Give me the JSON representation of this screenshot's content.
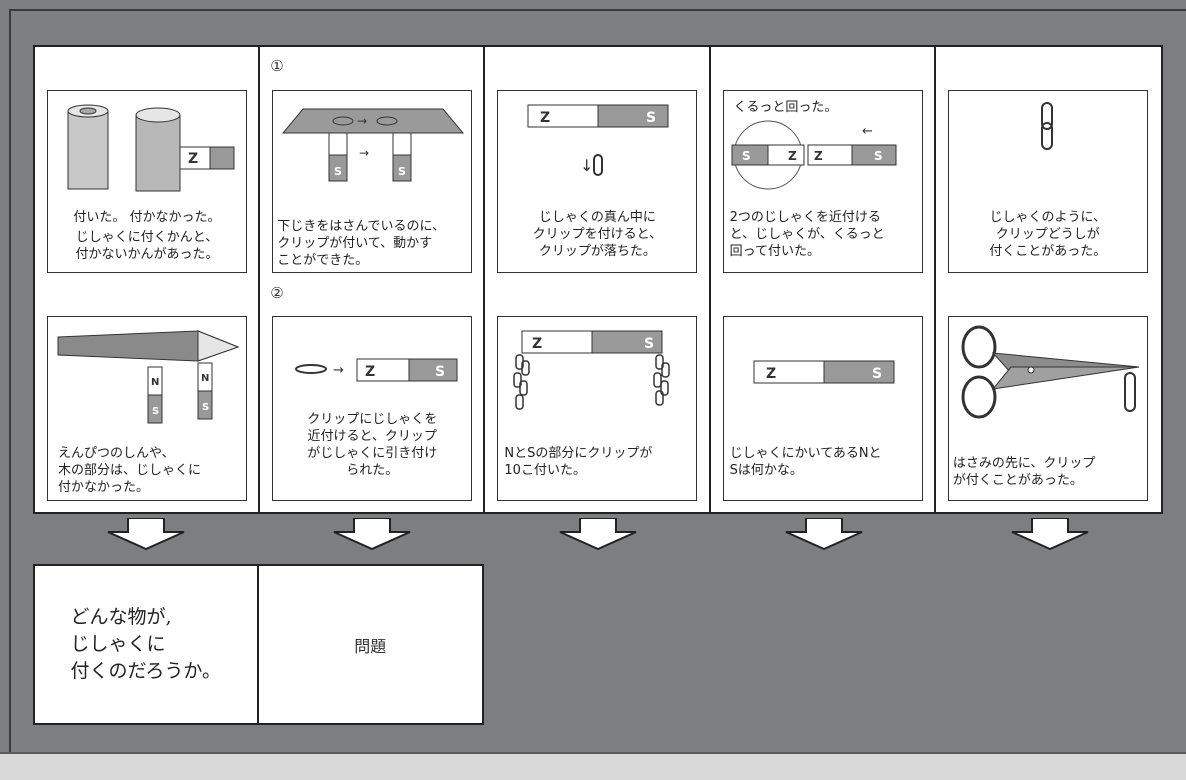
{
  "columns": [
    {
      "marker_top": "",
      "marker_bottom": "",
      "top_panel": {
        "illustration": "cans-magnet-illustration",
        "label_row": "付いた。 付かなかった。",
        "caption": [
          "じしゃくに付くかんと、",
          "付かないかんがあった。"
        ]
      },
      "bottom_panel": {
        "illustration": "pencil-magnets-illustration",
        "caption": [
          "えんぴつのしんや、",
          "木の部分は、じしゃくに",
          "付かなかった。"
        ]
      }
    },
    {
      "marker_top": "①",
      "marker_bottom": "②",
      "top_panel": {
        "illustration": "clip-board-magnets-illustration",
        "caption": [
          "下じきをはさんでいるのに、",
          "クリップが付いて、動かす",
          "ことができた。"
        ]
      },
      "bottom_panel": {
        "illustration": "clip-to-magnet-illustration",
        "caption": [
          "クリップにじしゃくを",
          "近付けると、クリップ",
          "がじしゃくに引き付け",
          "られた。"
        ]
      }
    },
    {
      "marker_top": "",
      "marker_bottom": "",
      "top_panel": {
        "illustration": "clip-falls-illustration",
        "caption": [
          "じしゃくの真ん中に",
          "クリップを付けると、",
          "クリップが落ちた。"
        ]
      },
      "bottom_panel": {
        "illustration": "clips-on-poles-illustration",
        "caption": [
          "NとSの部分にクリップが",
          "10こ付いた。"
        ]
      }
    },
    {
      "marker_top": "",
      "marker_bottom": "",
      "top_panel": {
        "illustration": "rotating-magnets-illustration",
        "label_row": "くるっと回った。",
        "caption": [
          "2つのじしゃくを近付ける",
          "と、じしゃくが、くるっと",
          "回って付いた。"
        ]
      },
      "bottom_panel": {
        "illustration": "bar-magnet-illustration",
        "caption": [
          "じしゃくにかいてあるNと",
          "Sは何かな。"
        ]
      }
    },
    {
      "marker_top": "",
      "marker_bottom": "",
      "top_panel": {
        "illustration": "linked-clips-illustration",
        "caption": [
          "じしゃくのように、",
          "クリップどうしが",
          "付くことがあった。"
        ]
      },
      "bottom_panel": {
        "illustration": "scissors-clip-illustration",
        "caption": [
          "はさみの先に、クリップ",
          "が付くことがあった。"
        ]
      }
    }
  ],
  "result": {
    "question": "どんな物が,\nじしゃくに\n付くのだろうか。",
    "label": "問題"
  },
  "magnet_labels": {
    "n": "N",
    "s": "S",
    "z": "Z"
  },
  "colors": {
    "background": "#7d7e80",
    "panel": "#ffffff",
    "border": "#222222"
  }
}
